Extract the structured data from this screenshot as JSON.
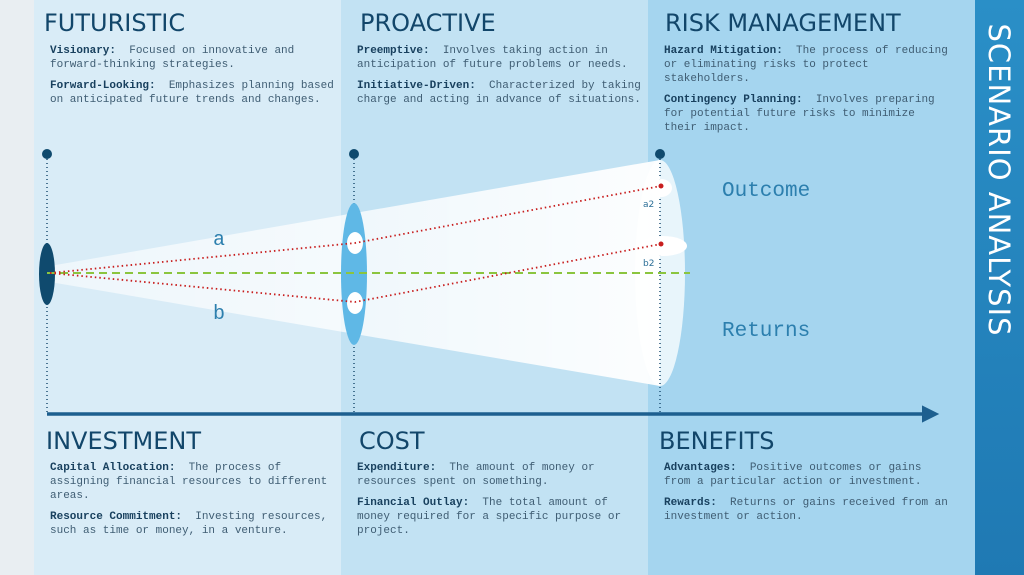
{
  "sidebar": {
    "title": "SCENARIO ANALYSIS"
  },
  "top": [
    {
      "heading": "FUTURISTIC",
      "items": [
        {
          "term": "Visionary:",
          "text": "Focused on innovative and forward-thinking strategies."
        },
        {
          "term": "Forward-Looking:",
          "text": "Emphasizes planning based on anticipated future trends and changes."
        }
      ]
    },
    {
      "heading": "PROACTIVE",
      "items": [
        {
          "term": "Preemptive:",
          "text": "Involves taking action in anticipation of future problems or needs."
        },
        {
          "term": "Initiative-Driven:",
          "text": "Characterized by taking charge and acting in advance of situations."
        }
      ]
    },
    {
      "heading": "RISK MANAGEMENT",
      "items": [
        {
          "term": "Hazard Mitigation:",
          "text": "The process of reducing or eliminating risks to protect stakeholders."
        },
        {
          "term": "Contingency Planning:",
          "text": "Involves preparing for potential future risks to minimize their impact."
        }
      ]
    }
  ],
  "bottom": [
    {
      "heading": "INVESTMENT",
      "items": [
        {
          "term": "Capital Allocation:",
          "text": "The process of assigning financial resources to different areas."
        },
        {
          "term": "Resource Commitment:",
          "text": "Investing resources, such as time or money, in a venture."
        }
      ]
    },
    {
      "heading": "COST",
      "items": [
        {
          "term": "Expenditure:",
          "text": "The amount of money or resources spent on something."
        },
        {
          "term": "Financial Outlay:",
          "text": "The total amount of money required for a specific purpose or project."
        }
      ]
    },
    {
      "heading": "BENEFITS",
      "items": [
        {
          "term": "Advantages:",
          "text": "Positive outcomes or gains from a particular action or investment."
        },
        {
          "term": "Rewards:",
          "text": "Returns or gains received from an investment or action."
        }
      ]
    }
  ],
  "diagram": {
    "label_a": "a",
    "label_b": "b",
    "label_a2": "a2",
    "label_b2": "b2",
    "label_outcome": "Outcome",
    "label_returns": "Returns",
    "colors": {
      "axis": "#1d5f8f",
      "dark_node": "#0f4a6e",
      "mid_lens": "#5fb8e6",
      "ray": "#c81e1e",
      "center_line": "#8bc53f",
      "cone": "#ffffff"
    }
  }
}
